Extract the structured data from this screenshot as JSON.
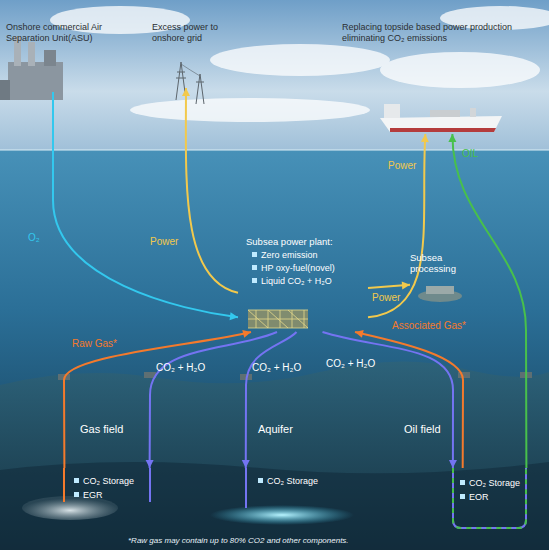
{
  "diagram": {
    "nodes": [
      {
        "text": [
          "Onshore commercial Air Separation Unit(ASU)"
        ]
      },
      {
        "text": [
          "Excess power to onshore grid"
        ]
      },
      {
        "text": [
          "Replacing topside based power production eliminating CO₂ emissions"
        ]
      },
      {
        "text": [
          "Subsea power plant:",
          "Zero emission",
          "HP oxy-fuel(novel)",
          "Liquid CO₂ + H₂O"
        ]
      },
      {
        "text": [
          "Subsea processing"
        ]
      },
      {
        "text": [
          "Gas field",
          "CO₂ Storage",
          "EGR"
        ]
      },
      {
        "text": [
          "Aquifer",
          "CO₂ Storage"
        ]
      },
      {
        "text": [
          "Oil field",
          "CO₂ Storage",
          "EOR"
        ]
      }
    ],
    "edges": [
      {
        "from": 0,
        "to": 3,
        "label": "O₂",
        "arrow": "to"
      },
      {
        "from": 3,
        "to": 1,
        "label": "Power",
        "arrow": "to"
      },
      {
        "from": 3,
        "to": 2,
        "label": "Power",
        "arrow": "to"
      },
      {
        "from": 3,
        "to": 4,
        "label": "Power",
        "arrow": "to"
      },
      {
        "from": 7,
        "to": 2,
        "label": "OIL",
        "arrow": "to"
      },
      {
        "from": 5,
        "to": 3,
        "label": "Raw Gas*",
        "arrow": "to"
      },
      {
        "from": 7,
        "to": 3,
        "label": "Associated Gas*",
        "arrow": "to"
      },
      {
        "from": 3,
        "to": 5,
        "label": "CO₂ + H₂O",
        "arrow": "to"
      },
      {
        "from": 3,
        "to": 6,
        "label": "CO₂ + H₂O",
        "arrow": "to"
      },
      {
        "from": 3,
        "to": 7,
        "label": "CO₂ + H₂O",
        "arrow": "to"
      }
    ],
    "labels": [
      "*Raw gas may contain up to 80% CO2 and other components."
    ]
  }
}
